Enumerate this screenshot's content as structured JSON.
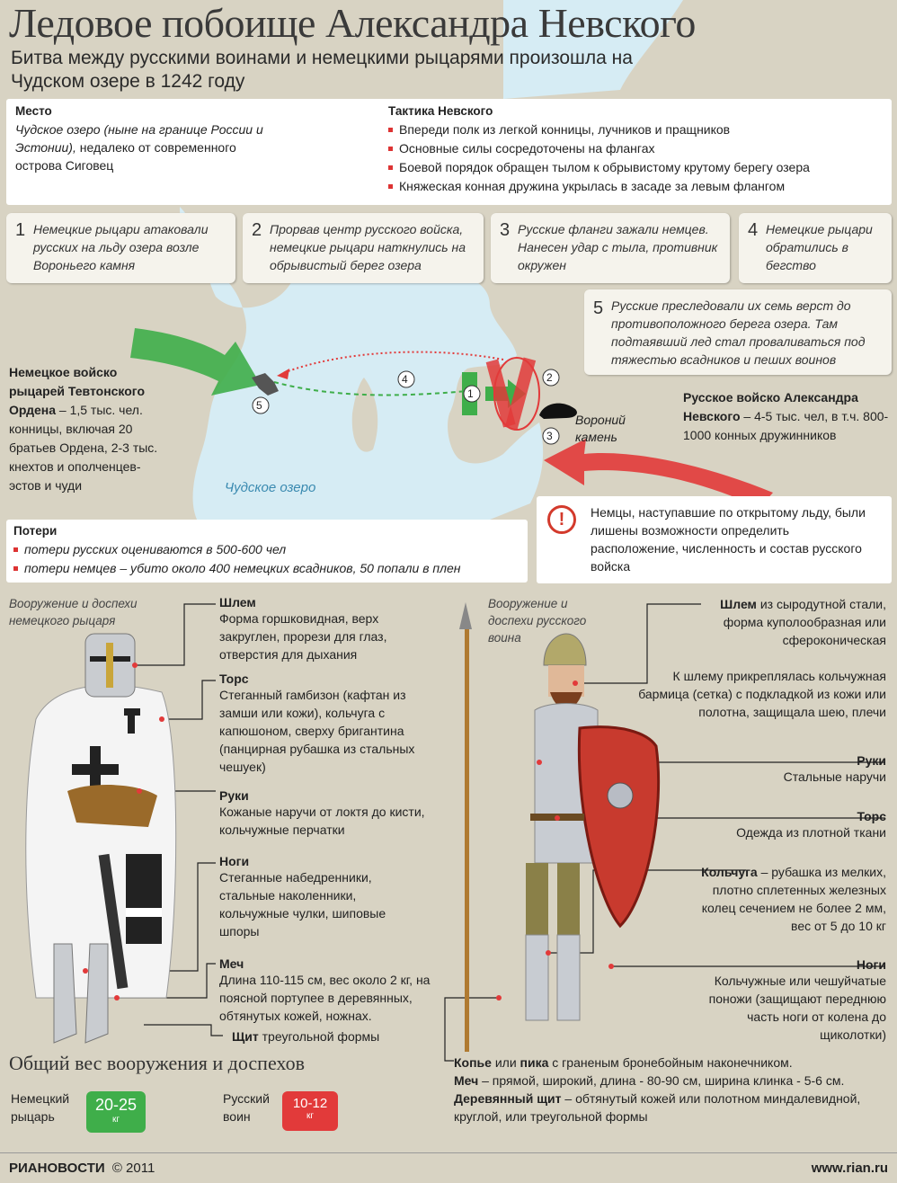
{
  "title": "Ледовое побоище Александра Невского",
  "subtitle": "Битва между русскими воинами и немецкими рыцарями произошла на Чудском озере в 1242 году",
  "place": {
    "heading": "Место",
    "text_italic": "Чудское озеро (ныне на границе России и Эстонии),",
    "text": "недалеко от современного острова Сиговец"
  },
  "tactics": {
    "heading": "Тактика Невского",
    "items": [
      "Впереди полк из легкой конницы, лучников и пращников",
      "Основные силы сосредоточены на флангах",
      "Боевой порядок обращен тылом к обрывистому крутому берегу озера",
      "Княжеская конная дружина укрылась в засаде за левым флангом"
    ]
  },
  "steps": [
    {
      "num": "1",
      "text": "Немецкие рыцари атаковали русских на льду озера возле Вороньего камня"
    },
    {
      "num": "2",
      "text": "Прорвав центр русского войска, немецкие рыцари наткнулись на обрывистый берег озера"
    },
    {
      "num": "3",
      "text": "Русские фланги зажали немцев. Нанесен удар с тыла, противник окружен"
    },
    {
      "num": "4",
      "text": "Немецкие рыцари обратились в бегство"
    },
    {
      "num": "5",
      "text": "Русские преследовали их семь верст до противоположного берега озера. Там подтаявший лед стал проваливаться под тяжестью всадников и пеших воинов"
    }
  ],
  "german_army": {
    "bold": "Немецкое войско рыцарей Тевтонского Ордена",
    "text": " – 1,5 тыс. чел. конницы, включая 20 братьев Ордена, 2-3 тыс. кнехтов и ополченцев-эстов и чуди"
  },
  "russian_army": {
    "bold": "Русское войско Александра Невского",
    "text": " – 4-5 тыс. чел, в т.ч. 800-1000 конных дружинников"
  },
  "map": {
    "lake_label": "Чудское озеро",
    "stone_label_1": "Вороний",
    "stone_label_2": "камень",
    "markers": [
      "1",
      "2",
      "3",
      "4",
      "5"
    ]
  },
  "losses": {
    "heading": "Потери",
    "items": [
      "потери русских оцениваются в 500-600 чел",
      "потери немцев – убито около 400 немецких всадников, 50 попали в плен"
    ]
  },
  "warning": {
    "icon": "exclamation-icon",
    "text": "Немцы, наступавшие по открытому льду, были лишены возможности определить расположение, численность и состав русского войска"
  },
  "german_knight": {
    "caption": "Вооружение и доспехи немецкого рыцаря",
    "parts": [
      {
        "name": "Шлем",
        "text": "Форма горшковидная, верх закруглен, прорези для глаз, отверстия для дыхания"
      },
      {
        "name": "Торс",
        "text": "Стеганный гамбизон (кафтан из замши или кожи), кольчуга с капюшоном, сверху бригантина (панцирная рубашка из стальных чешуек)"
      },
      {
        "name": "Руки",
        "text": "Кожаные наручи от локтя до кисти, кольчужные перчатки"
      },
      {
        "name": "Ноги",
        "text": "Стеганные набедренники, стальные наколенники, кольчужные чулки, шиповые шпоры"
      },
      {
        "name": "Меч",
        "text": "Длина 110-115 см, вес около 2 кг, на поясной портупее в деревянных, обтянутых кожей, ножнах."
      },
      {
        "name": "Щит",
        "text": "треугольной формы"
      }
    ]
  },
  "russian_warrior": {
    "caption": "Вооружение и доспехи русского воина",
    "parts": [
      {
        "name": "Шлем",
        "text": "из сыродутной стали, форма куполообразная или сфероконическая"
      },
      {
        "name": "",
        "text": "К шлему прикреплялась кольчужная бармица (сетка) с подкладкой из кожи или полотна, защищала шею, плечи"
      },
      {
        "name": "Руки",
        "text": "Стальные наручи"
      },
      {
        "name": "Торс",
        "text": "Одежда из плотной ткани"
      },
      {
        "name": "Кольчуга",
        "text": "– рубашка из мелких, плотно сплетенных железных колец сечением не более 2 мм, вес от 5 до 10 кг"
      },
      {
        "name": "Ноги",
        "text": "Кольчужные или чешуйчатые поножи (защищают переднюю часть ноги от колена до щиколотки)"
      }
    ],
    "weapons": [
      {
        "name": "Копье",
        "mid": " или ",
        "name2": "пика",
        "text": " с граненым бронебойным наконечником."
      },
      {
        "name": "Меч",
        "text": " – прямой, широкий, длина - 80-90 см, ширина клинка - 5-6 см."
      },
      {
        "name": "Деревянный щит",
        "text": " – обтянутый кожей или полотном миндалевидной, круглой, или треугольной формы"
      }
    ]
  },
  "weight": {
    "heading": "Общий вес вооружения и доспехов",
    "german_label": "Немецкий рыцарь",
    "german_value": "20-25",
    "russian_label": "Русский воин",
    "russian_value": "10-12",
    "unit": "кг",
    "german_color": "#3fae4a",
    "russian_color": "#e23a3a"
  },
  "footer": {
    "brand_bold": "РИА",
    "brand_rest": "НОВОСТИ",
    "copyright": "© 2011",
    "site": "www.rian.ru"
  },
  "colors": {
    "accent_red": "#d33a2c",
    "accent_green": "#3fae4a",
    "lake": "#d6ecf4"
  }
}
